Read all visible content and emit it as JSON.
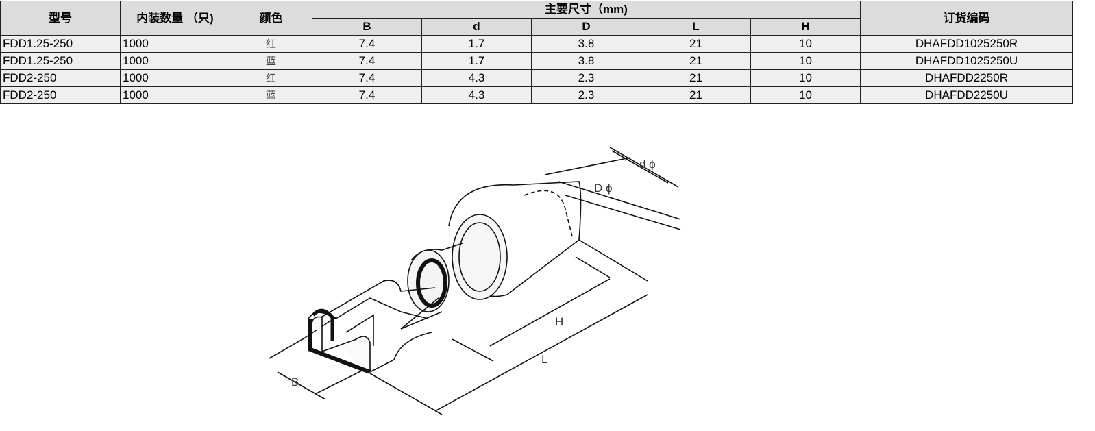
{
  "table": {
    "headers": {
      "model": "型号",
      "quantity": "内装数量 （只)",
      "color": "颜色",
      "dimensions": "主要尺寸（mm)",
      "order_code": "订货编码",
      "dims": [
        "B",
        "d",
        "D",
        "L",
        "H"
      ]
    },
    "rows": [
      {
        "model": "FDD1.25-250",
        "quantity": "1000",
        "color": "红",
        "B": "7.4",
        "d": "1.7",
        "D": "3.8",
        "L": "21",
        "H": "10",
        "code": "DHAFDD1025250R"
      },
      {
        "model": "FDD1.25-250",
        "quantity": "1000",
        "color": "蓝",
        "B": "7.4",
        "d": "1.7",
        "D": "3.8",
        "L": "21",
        "H": "10",
        "code": "DHAFDD1025250U"
      },
      {
        "model": "FDD2-250",
        "quantity": "1000",
        "color": "红",
        "B": "7.4",
        "d": "4.3",
        "D": "2.3",
        "L": "21",
        "H": "10",
        "code": "DHAFDD2250R"
      },
      {
        "model": "FDD2-250",
        "quantity": "1000",
        "color": "蓝",
        "B": "7.4",
        "d": "4.3",
        "D": "2.3",
        "L": "21",
        "H": "10",
        "code": "DHAFDD2250U"
      }
    ]
  },
  "diagram": {
    "labels": {
      "d": "d ϕ",
      "D": "D ϕ",
      "H": "H",
      "L": "L",
      "B": "B"
    }
  }
}
